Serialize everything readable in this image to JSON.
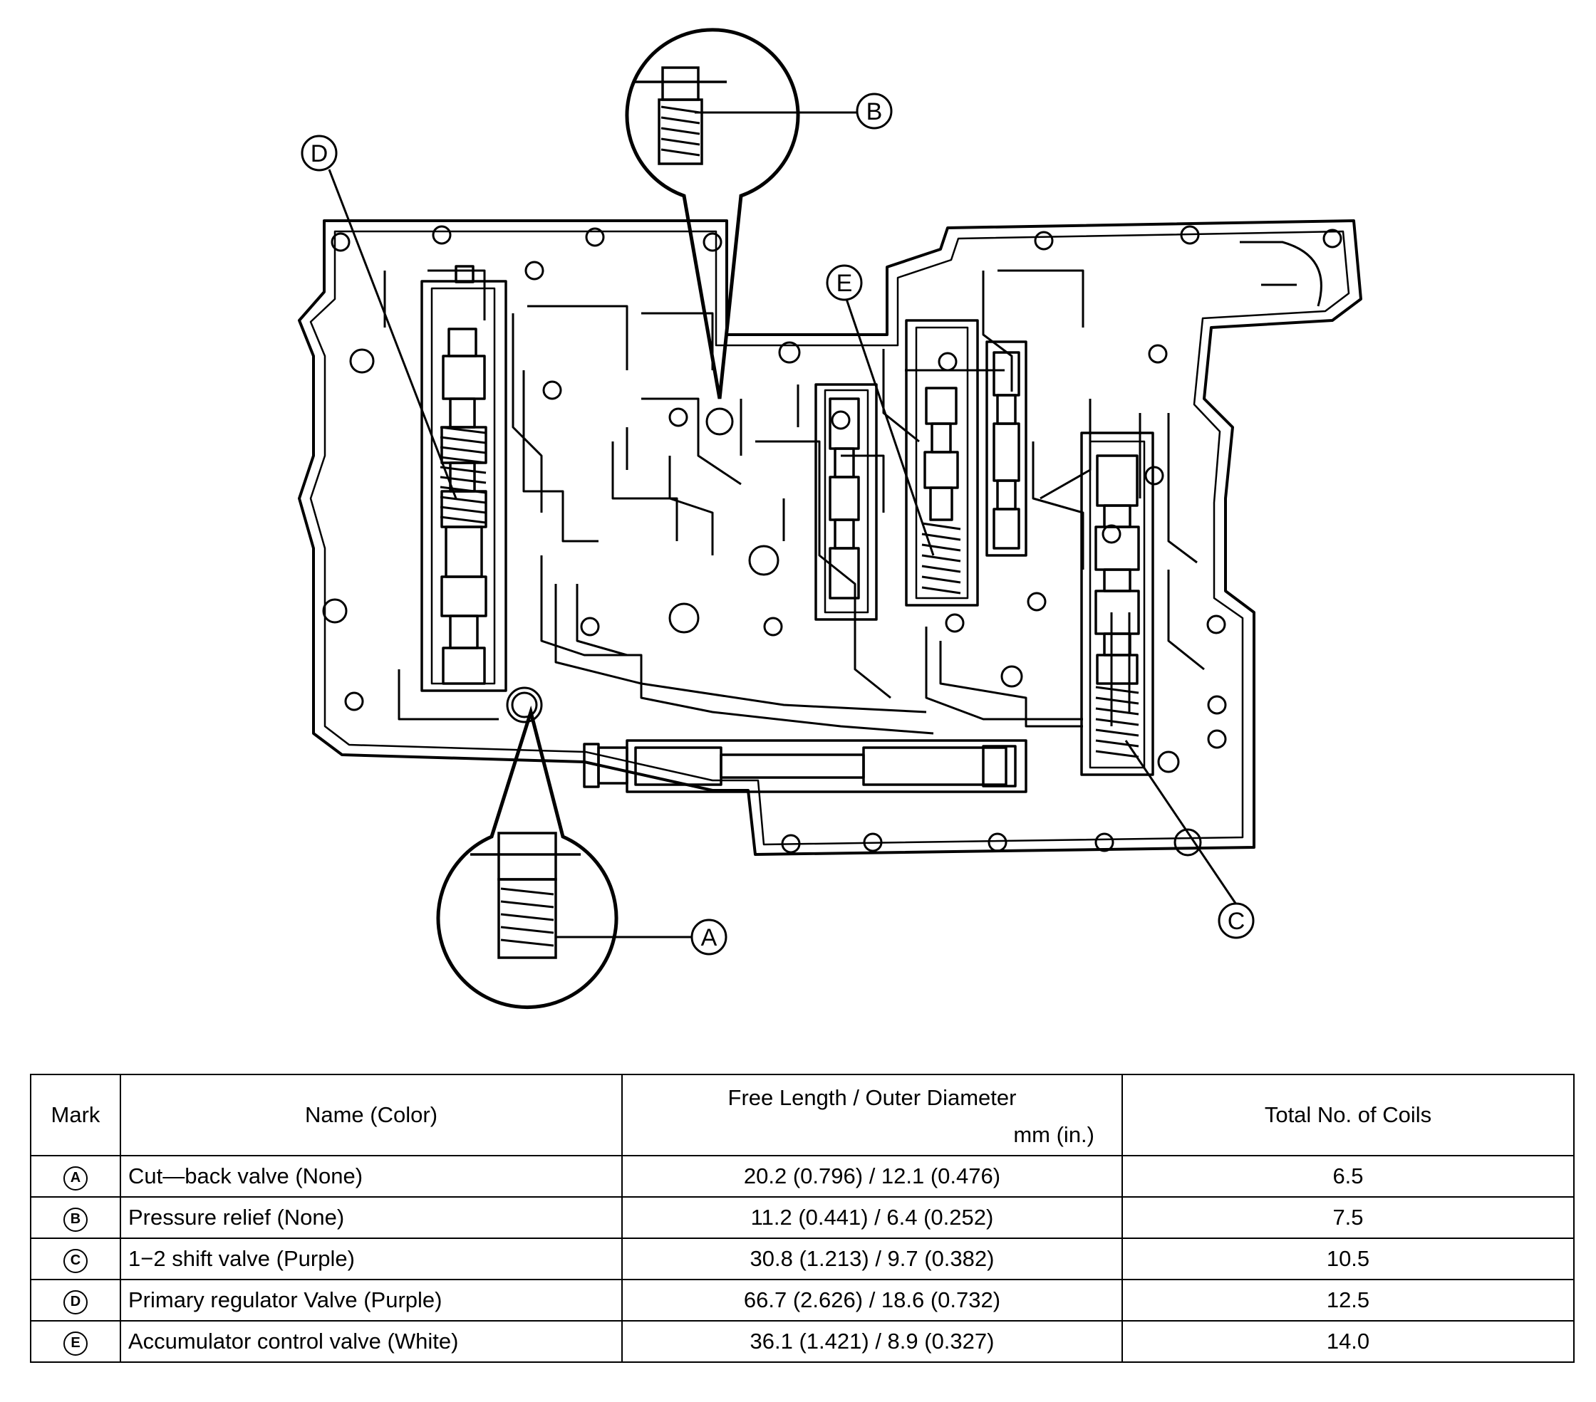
{
  "diagram": {
    "callouts": [
      {
        "id": "D",
        "label": "D"
      },
      {
        "id": "B",
        "label": "B"
      },
      {
        "id": "E",
        "label": "E"
      },
      {
        "id": "C",
        "label": "C"
      },
      {
        "id": "A",
        "label": "A"
      }
    ]
  },
  "table": {
    "headers": {
      "mark": "Mark",
      "name": "Name (Color)",
      "dimension": "Free Length / Outer Diameter",
      "dimension_unit": "mm (in.)",
      "coils": "Total No. of Coils"
    },
    "rows": [
      {
        "mark": "A",
        "name": "Cut—back valve (None)",
        "dimension": "20.2 (0.796) / 12.1 (0.476)",
        "coils": "6.5"
      },
      {
        "mark": "B",
        "name": "Pressure relief (None)",
        "dimension": "11.2 (0.441) / 6.4 (0.252)",
        "coils": "7.5"
      },
      {
        "mark": "C",
        "name": "1−2 shift valve (Purple)",
        "dimension": "30.8 (1.213) / 9.7 (0.382)",
        "coils": "10.5"
      },
      {
        "mark": "D",
        "name": "Primary regulator Valve (Purple)",
        "dimension": "66.7 (2.626) / 18.6 (0.732)",
        "coils": "12.5"
      },
      {
        "mark": "E",
        "name": "Accumulator control valve (White)",
        "dimension": "36.1 (1.421) / 8.9 (0.327)",
        "coils": "14.0"
      }
    ]
  }
}
